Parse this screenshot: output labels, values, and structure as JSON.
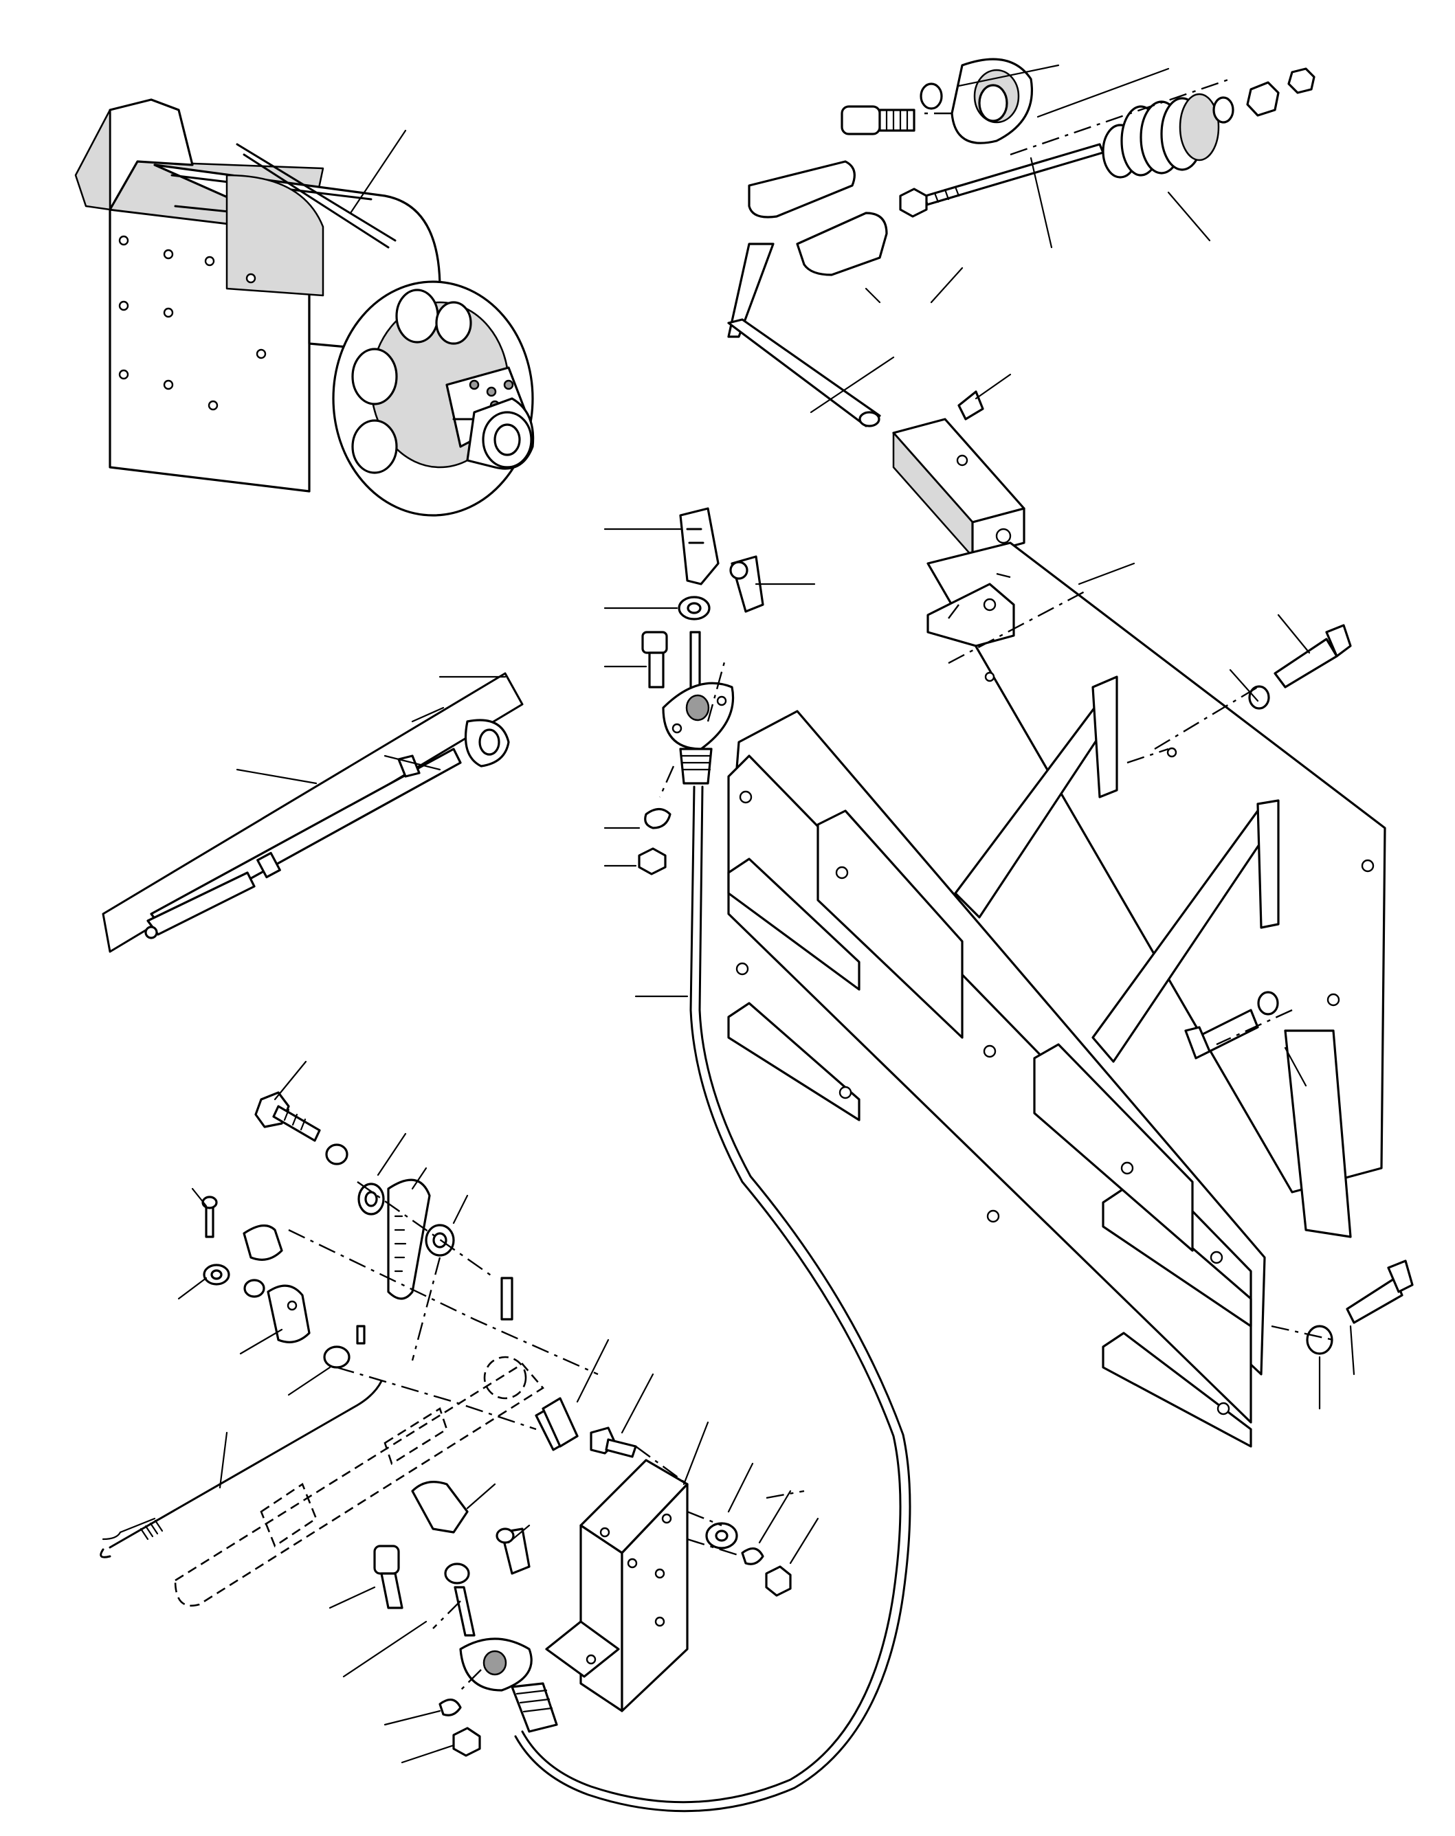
{
  "diagram": {
    "type": "exploded-parts-view",
    "components": [
      {
        "id": "winch-assembly",
        "icon": "winch-icon"
      },
      {
        "id": "mounting-bracket-plate",
        "icon": "bracket-icon"
      },
      {
        "id": "control-cable",
        "icon": "cable-icon"
      },
      {
        "id": "control-lever",
        "icon": "lever-icon"
      },
      {
        "id": "brake-lever-arm",
        "icon": "lever-arm-icon"
      },
      {
        "id": "cable-clamp-bracket",
        "icon": "bracket-icon"
      },
      {
        "id": "clutch-spring-assembly",
        "icon": "spring-icon"
      },
      {
        "id": "pivot-block",
        "icon": "block-icon"
      },
      {
        "id": "fasteners",
        "icon": "bolt-icon"
      }
    ],
    "labels": []
  }
}
